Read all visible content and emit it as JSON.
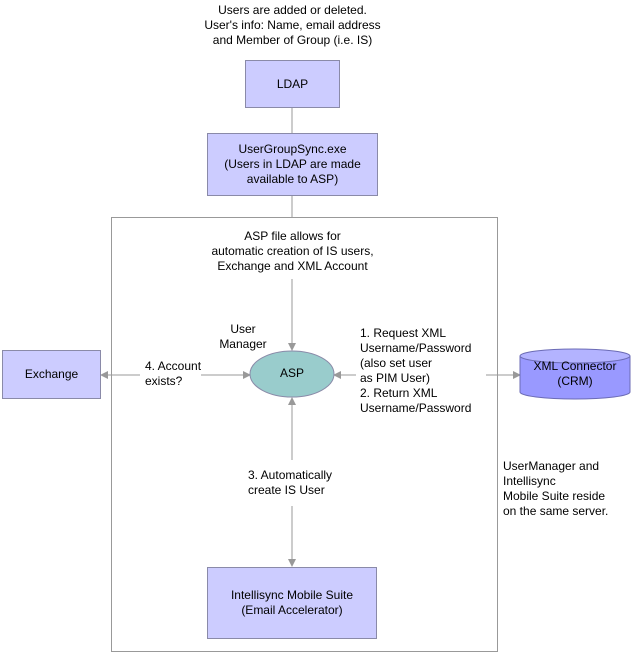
{
  "top_note": [
    "Users are added or deleted.",
    "User's info: Name, email address",
    "and Member of Group (i.e. IS)"
  ],
  "ldap_label": "LDAP",
  "usergroupsync": [
    "UserGroupSync.exe",
    "(Users in LDAP are made",
    "available to ASP)"
  ],
  "asp_note": [
    "ASP file allows for",
    "automatic creation of IS users,",
    "Exchange and XML Account"
  ],
  "user_manager_label": [
    "User",
    "Manager"
  ],
  "asp_label": "ASP",
  "exchange_label": "Exchange",
  "account_exists": [
    "4. Account",
    "exists?"
  ],
  "xml_request": [
    "1. Request XML",
    "Username/Password",
    "(also set user",
    "as PIM User)",
    "2. Return XML",
    "Username/Password"
  ],
  "xml_connector": [
    "XML Connector",
    "(CRM)"
  ],
  "auto_create": [
    "3. Automatically",
    "create IS User"
  ],
  "intellisync": [
    "Intellisync Mobile Suite",
    "(Email Accelerator)"
  ],
  "server_note": [
    "UserManager and",
    "Intellisync",
    "Mobile Suite reside",
    "on the same server."
  ],
  "colors": {
    "box_fill": "#ccccff",
    "asp_fill": "#99cccc",
    "cylinder_fill": "#9999ff",
    "line": "#999999"
  }
}
